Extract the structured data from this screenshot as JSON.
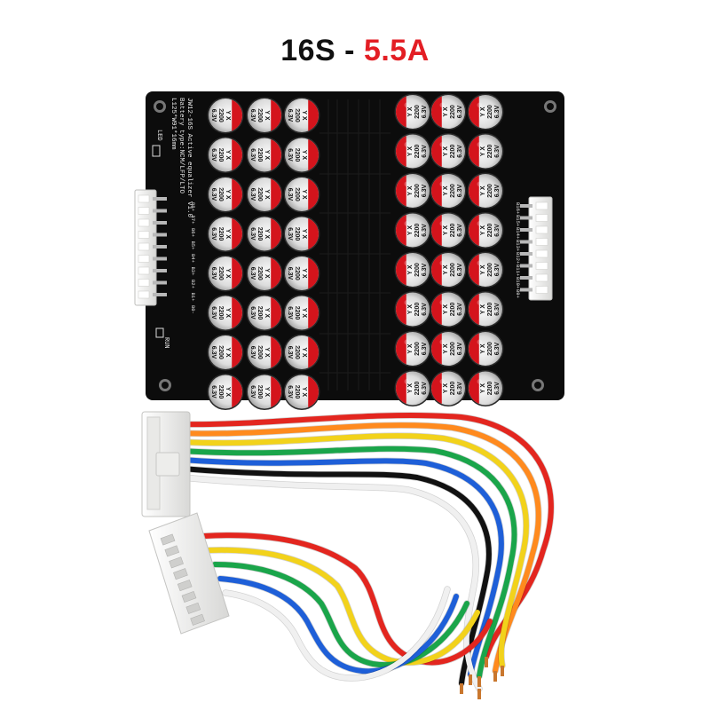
{
  "title": {
    "part1": "16S",
    "separator": " - ",
    "part2": "5.5A"
  },
  "colors": {
    "title_dark": "#111111",
    "title_accent": "#e31e24",
    "pcb": "#0c0c0c",
    "cap_red": "#d4141c",
    "cap_silver": "#e6e6e6",
    "connector": "#f2f2f0"
  },
  "board": {
    "silkscreen_lines": [
      "JW12-16S Active equalizer V1.0",
      "Battery type:NCM/LFP/LTO",
      "L125*W91*16mm"
    ],
    "left_label": "LED",
    "bottom_label": "RUN",
    "capacitor_marking": {
      "brand": "Y X",
      "capacitance": "2200",
      "voltage": "6.3V"
    },
    "left_capacitor_grid": {
      "columns": 3,
      "rows": 8
    },
    "right_capacitor_grid": {
      "columns": 3,
      "rows": 8
    },
    "right_pin_labels": [
      "B16+",
      "B15+",
      "B14+",
      "B13+",
      "B12+",
      "B11+",
      "B10+",
      "B9+"
    ],
    "left_pin_labels": [
      "B8+",
      "B7+",
      "B6+",
      "B5+",
      "B4+",
      "B3+",
      "B2+",
      "B1+",
      "B0-"
    ]
  },
  "cable": {
    "wire_colors": [
      "#e3261f",
      "#ff8a1e",
      "#f2d21b",
      "#1aa54a",
      "#1e5fd8",
      "#111111",
      "#ffffff",
      "#e3261f",
      "#f2d21b",
      "#1aa54a",
      "#1e5fd8",
      "#ffffff"
    ]
  }
}
